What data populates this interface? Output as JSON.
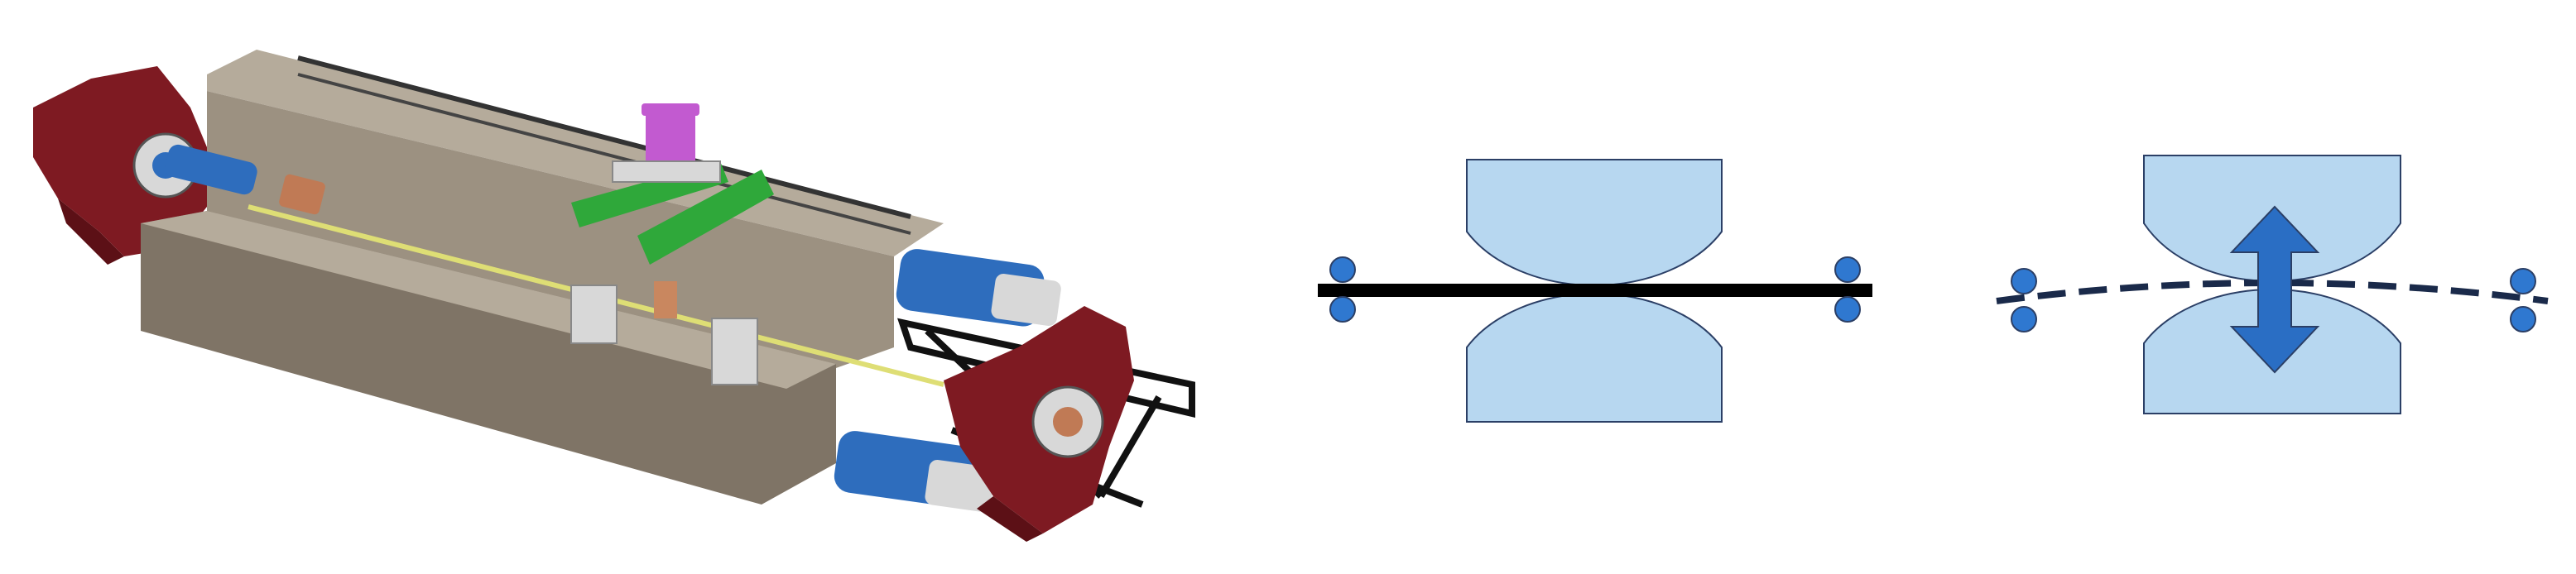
{
  "figure": {
    "panels": [
      {
        "id": "apparatus",
        "kind": "3d-rendering-of-test-bench"
      },
      {
        "id": "schematic-straight",
        "kind": "two-dies-with-straight-workpiece"
      },
      {
        "id": "schematic-bent",
        "kind": "two-dies-with-bent-workpiece-and-arrow"
      }
    ],
    "colors": {
      "block": "#9c9181",
      "block_top": "#b5ab9b",
      "block_dark": "#7f7466",
      "frame": "#7e1a22",
      "frame_dark": "#5c1016",
      "actuator": "#2e6dbd",
      "actuator_light": "#5f9be0",
      "beam": "#2fa83a",
      "head": "#c25ad0",
      "rail": "#dede75",
      "support": "#d8d8d8",
      "die_fill": "#b7d7f0",
      "die_stroke": "#2b3f66",
      "roller": "#2f78d0",
      "workpiece": "#000000",
      "dashed": "#1a2a4a",
      "arrow": "#2a6ec4"
    }
  }
}
